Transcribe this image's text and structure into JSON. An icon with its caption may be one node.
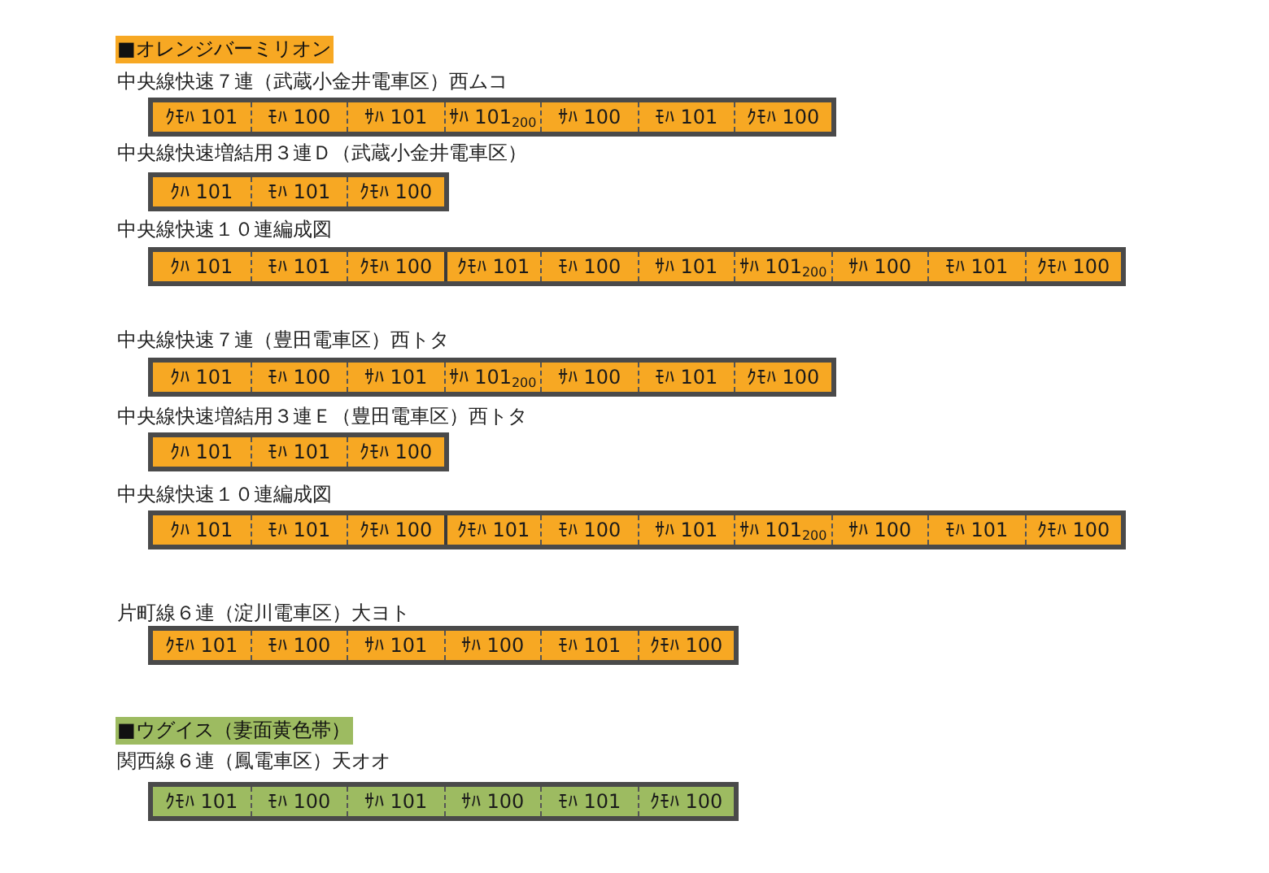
{
  "diagram": {
    "nodes": [
      {
        "text": [
          "■オレンジバーミリオン"
        ]
      },
      {
        "text": [
          "中央線快速７連（武蔵小金井電車区）西ムコ"
        ]
      },
      {
        "text": [
          "ｸﾓﾊ 101"
        ],
        "in": 1
      },
      {
        "text": [
          "ﾓﾊ 100"
        ],
        "in": 1
      },
      {
        "text": [
          "ｻﾊ 101"
        ],
        "in": 1
      },
      {
        "text": [
          "ｻﾊ 101$_{200}$"
        ],
        "in": 1
      },
      {
        "text": [
          "ｻﾊ 100"
        ],
        "in": 1
      },
      {
        "text": [
          "ﾓﾊ 101"
        ],
        "in": 1
      },
      {
        "text": [
          "ｸﾓﾊ 100"
        ],
        "in": 1
      },
      {
        "text": [
          "中央線快速増結用３連Ｄ（武蔵小金井電車区）"
        ]
      },
      {
        "text": [
          "ｸﾊ 101"
        ],
        "in": 9
      },
      {
        "text": [
          "ﾓﾊ 101"
        ],
        "in": 9
      },
      {
        "text": [
          "ｸﾓﾊ 100"
        ],
        "in": 9
      },
      {
        "text": [
          "中央線快速１０連編成図"
        ]
      },
      {
        "text": [
          "ｸﾊ 101"
        ],
        "in": 13
      },
      {
        "text": [
          "ﾓﾊ 101"
        ],
        "in": 13
      },
      {
        "text": [
          "ｸﾓﾊ 100"
        ],
        "in": 13
      },
      {
        "text": [
          "ｸﾓﾊ 101"
        ],
        "in": 13
      },
      {
        "text": [
          "ﾓﾊ 100"
        ],
        "in": 13
      },
      {
        "text": [
          "ｻﾊ 101"
        ],
        "in": 13
      },
      {
        "text": [
          "ｻﾊ 101$_{200}$"
        ],
        "in": 13
      },
      {
        "text": [
          "ｻﾊ 100"
        ],
        "in": 13
      },
      {
        "text": [
          "ﾓﾊ 101"
        ],
        "in": 13
      },
      {
        "text": [
          "ｸﾓﾊ 100"
        ],
        "in": 13
      },
      {
        "text": [
          "中央線快速７連（豊田電車区）西トタ"
        ]
      },
      {
        "text": [
          "ｸﾊ 101"
        ],
        "in": 24
      },
      {
        "text": [
          "ﾓﾊ 100"
        ],
        "in": 24
      },
      {
        "text": [
          "ｻﾊ 101"
        ],
        "in": 24
      },
      {
        "text": [
          "ｻﾊ 101$_{200}$"
        ],
        "in": 24
      },
      {
        "text": [
          "ｻﾊ 100"
        ],
        "in": 24
      },
      {
        "text": [
          "ﾓﾊ 101"
        ],
        "in": 24
      },
      {
        "text": [
          "ｸﾓﾊ 100"
        ],
        "in": 24
      },
      {
        "text": [
          "中央線快速増結用３連Ｅ（豊田電車区）西トタ"
        ]
      },
      {
        "text": [
          "ｸﾊ 101"
        ],
        "in": 32
      },
      {
        "text": [
          "ﾓﾊ 101"
        ],
        "in": 32
      },
      {
        "text": [
          "ｸﾓﾊ 100"
        ],
        "in": 32
      },
      {
        "text": [
          "中央線快速１０連編成図"
        ]
      },
      {
        "text": [
          "ｸﾊ 101"
        ],
        "in": 36
      },
      {
        "text": [
          "ﾓﾊ 101"
        ],
        "in": 36
      },
      {
        "text": [
          "ｸﾓﾊ 100"
        ],
        "in": 36
      },
      {
        "text": [
          "ｸﾓﾊ 101"
        ],
        "in": 36
      },
      {
        "text": [
          "ﾓﾊ 100"
        ],
        "in": 36
      },
      {
        "text": [
          "ｻﾊ 101"
        ],
        "in": 36
      },
      {
        "text": [
          "ｻﾊ 101$_{200}$"
        ],
        "in": 36
      },
      {
        "text": [
          "ｻﾊ 100"
        ],
        "in": 36
      },
      {
        "text": [
          "ﾓﾊ 101"
        ],
        "in": 36
      },
      {
        "text": [
          "ｸﾓﾊ 100"
        ],
        "in": 36
      },
      {
        "text": [
          "片町線６連（淀川電車区）大ヨト"
        ]
      },
      {
        "text": [
          "ｸﾓﾊ 101"
        ],
        "in": 47
      },
      {
        "text": [
          "ﾓﾊ 100"
        ],
        "in": 47
      },
      {
        "text": [
          "ｻﾊ 101"
        ],
        "in": 47
      },
      {
        "text": [
          "ｻﾊ 100"
        ],
        "in": 47
      },
      {
        "text": [
          "ﾓﾊ 101"
        ],
        "in": 47
      },
      {
        "text": [
          "ｸﾓﾊ 100"
        ],
        "in": 47
      },
      {
        "text": [
          "■ウグイス（妻面黄色帯）"
        ]
      },
      {
        "text": [
          "関西線６連（鳳電車区）天オオ"
        ]
      },
      {
        "text": [
          "ｸﾓﾊ 101"
        ],
        "in": 55
      },
      {
        "text": [
          "ﾓﾊ 100"
        ],
        "in": 55
      },
      {
        "text": [
          "ｻﾊ 101"
        ],
        "in": 55
      },
      {
        "text": [
          "ｻﾊ 100"
        ],
        "in": 55
      },
      {
        "text": [
          "ﾓﾊ 101"
        ],
        "in": 55
      },
      {
        "text": [
          "ｸﾓﾊ 100"
        ],
        "in": 55
      }
    ]
  }
}
